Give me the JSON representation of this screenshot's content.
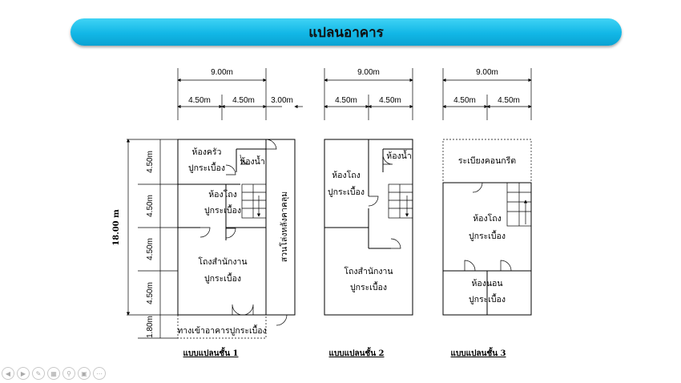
{
  "title": "แปลนอาคาร",
  "plan1": {
    "top_total": "9.00m",
    "top_seg1": "4.50m",
    "top_seg2": "4.50m",
    "top_seg3": "3.00m",
    "side_total": "18.00 m",
    "side_seg1": "4.50m",
    "side_seg2": "4.50m",
    "side_seg3": "4.50m",
    "side_seg4": "4.50m",
    "side_seg5": "1.80m",
    "kitchen": "ห้องครัว",
    "kitchen_floor": "ปูกระเบื้อง",
    "bath": "ห้องน้ำ",
    "hall": "ห้องโถง",
    "hall_floor": "ปูกระเบื้อง",
    "office": "โถงสำนักงาน",
    "office_floor": "ปูกระเบื้อง",
    "garden": "สวนโล่งหลังคาคลุม",
    "entrance": "ทางเข้าอาคารปูกระเบื้อง",
    "caption": "แบบแปลนชั้น 1"
  },
  "plan2": {
    "top_total": "9.00m",
    "top_seg1": "4.50m",
    "top_seg2": "4.50m",
    "hall": "ห้องโถง",
    "hall_floor": "ปูกระเบื้อง",
    "bath": "ห้องน้ำ",
    "office": "โถงสำนักงาน",
    "office_floor": "ปูกระเบื้อง",
    "caption": "แบบแปลนชั้น 2"
  },
  "plan3": {
    "top_total": "9.00m",
    "top_seg1": "4.50m",
    "top_seg2": "4.50m",
    "terrace": "ระเบียงคอนกรีต",
    "hall": "ห้องโถง",
    "hall_floor": "ปูกระเบื้อง",
    "bedroom": "ห้องนอน",
    "bedroom_floor": "ปูกระเบื้อง",
    "caption": "แบบแปลนชั้น 3"
  },
  "toolbar_icons": [
    "prev-icon",
    "next-icon",
    "pen-icon",
    "slides-icon",
    "search-icon",
    "screen-icon",
    "more-icon"
  ],
  "colors": {
    "banner": "#12b7e6"
  }
}
